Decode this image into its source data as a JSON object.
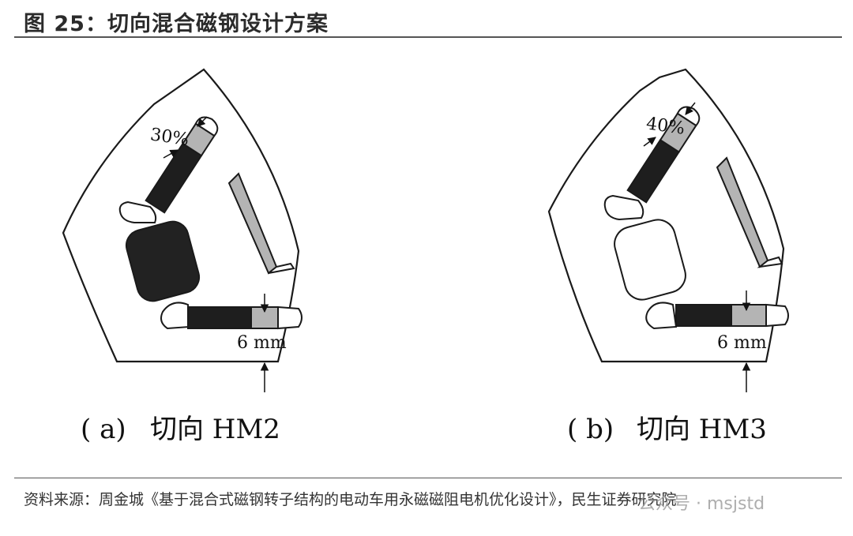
{
  "figure": {
    "title": "图 25：切向混合磁钢设计方案",
    "source": "资料来源：周金城《基于混合式磁钢转子结构的电动车用永磁磁阻电机优化设计》，民生证券研究院",
    "watermark": "公众号 · msjstd"
  },
  "panels": [
    {
      "id": "a",
      "top_dimension": "30%",
      "bottom_dimension": "6 mm",
      "caption_index": "( a)",
      "caption_text": "切向 HM2",
      "center_magnet_fill": "#222222"
    },
    {
      "id": "b",
      "top_dimension": "40%",
      "bottom_dimension": "6 mm",
      "caption_index": "( b)",
      "caption_text": "切向 HM3",
      "center_magnet_fill": "#ffffff"
    }
  ],
  "colors": {
    "ferrite": "#b4b4b4",
    "ndfeb": "#1e1e1e",
    "outline": "#1a1a1a"
  }
}
